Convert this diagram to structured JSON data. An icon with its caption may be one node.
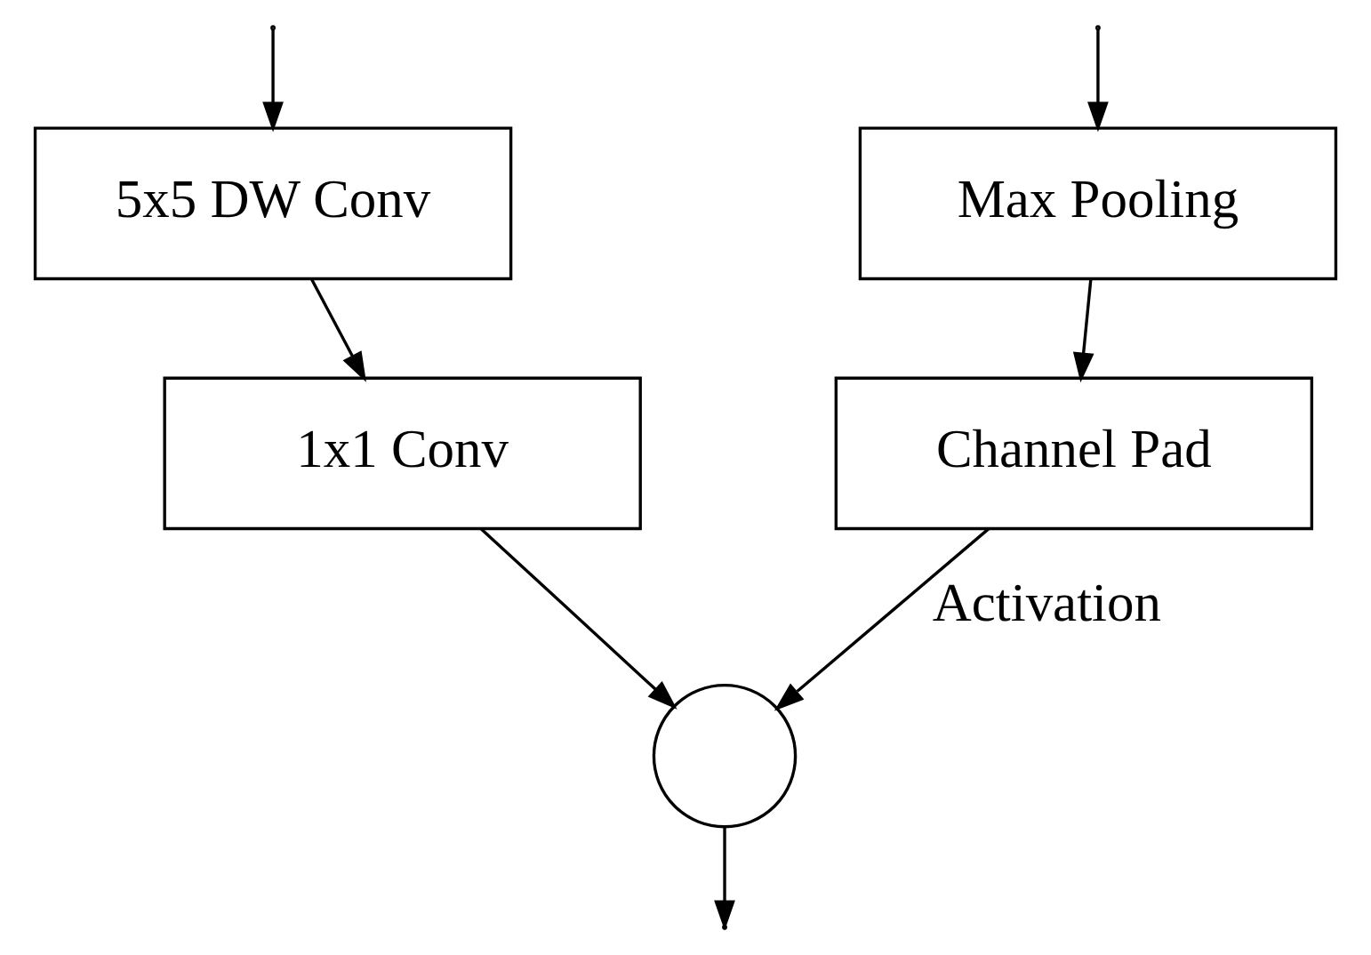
{
  "diagram": {
    "nodes": [
      {
        "text": [
          "5x5 DW Conv"
        ]
      },
      {
        "text": [
          "1x1 Conv"
        ]
      },
      {
        "text": [
          "Max Pooling"
        ]
      },
      {
        "text": [
          "Channel Pad"
        ]
      },
      {
        "text": [],
        "shape": "circle"
      }
    ],
    "edges": [
      {
        "from": null,
        "to": 0,
        "arrow": "to"
      },
      {
        "from": null,
        "to": 2,
        "arrow": "to"
      },
      {
        "from": 0,
        "to": 1,
        "arrow": "to"
      },
      {
        "from": 2,
        "to": 3,
        "arrow": "to"
      },
      {
        "from": 1,
        "to": 4,
        "arrow": "to"
      },
      {
        "from": 3,
        "to": 4,
        "arrow": "to",
        "label": "Activation"
      },
      {
        "from": 4,
        "to": null,
        "arrow": "to"
      }
    ]
  }
}
